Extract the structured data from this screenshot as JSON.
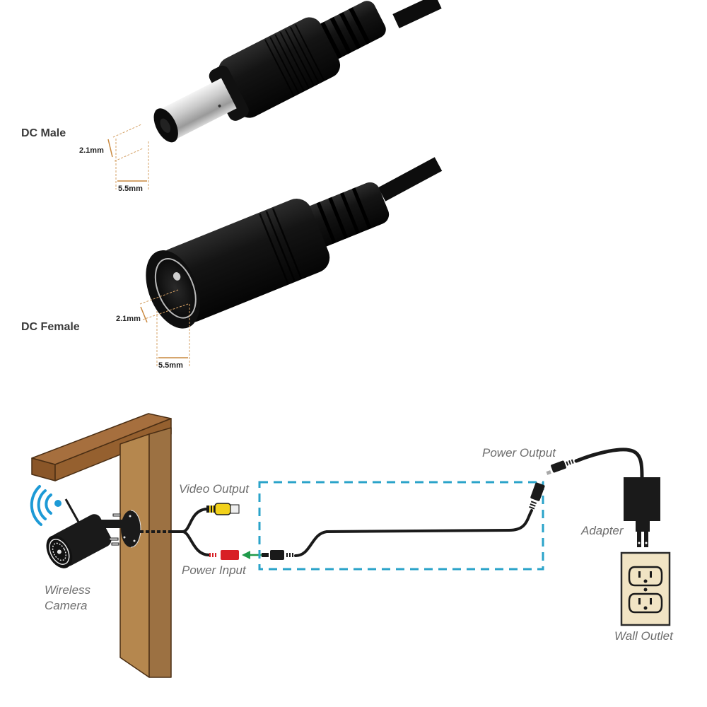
{
  "connectors": {
    "male": {
      "label": "DC Male",
      "inner_diameter": "2.1mm",
      "outer_diameter": "5.5mm"
    },
    "female": {
      "label": "DC Female",
      "inner_diameter": "2.1mm",
      "outer_diameter": "5.5mm"
    }
  },
  "diagram": {
    "camera_label_line1": "Wireless",
    "camera_label_line2": "Camera",
    "video_output_label": "Video Output",
    "power_input_label": "Power Input",
    "power_output_label": "Power Output",
    "adapter_label": "Adapter",
    "wall_outlet_label": "Wall Outlet",
    "icons": [
      "wifi-signal-icon",
      "camera-icon",
      "rca-plug-icon",
      "dc-plug-icon",
      "arrow-left-icon",
      "power-adapter-icon",
      "wall-outlet-icon"
    ],
    "colors": {
      "dashed_box": "#2aa3c9",
      "video_plug": "#f2d11a",
      "power_plug": "#d81f26",
      "arrow": "#1f9a4a",
      "wood_front": "#b5874e",
      "wood_side": "#9c7142",
      "wood_top": "#a0683a",
      "outline": "#4a2e14",
      "outlet_plate": "#f1e4c4",
      "wifi": "#1d9ad6",
      "label_gray": "#6d6d6d"
    }
  }
}
